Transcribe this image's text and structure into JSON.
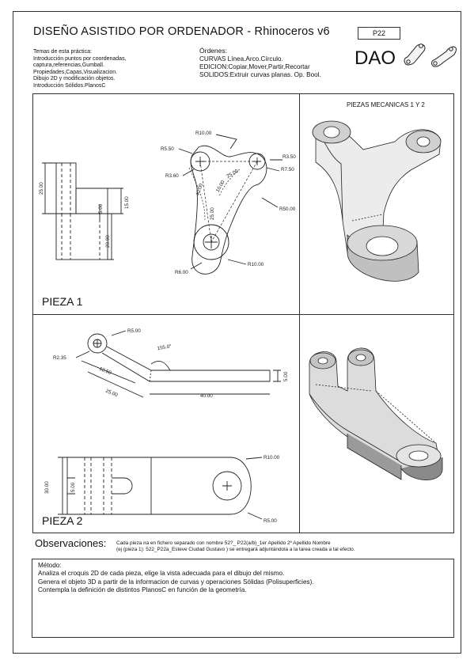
{
  "header": {
    "title": "DISEÑO ASISTIDO POR ORDENADOR - Rhinoceros v6",
    "code": "P22",
    "brand": "DAO",
    "topics": [
      "Temas de esta práctica:",
      "Introducción puntos por coordenadas,",
      " captura,referencias,Gumball.",
      "Propiedades,Capas,Visualizacion.",
      "Dibujo 2D y modificación objetos.",
      "Introducción Sólidos.PlanosC"
    ],
    "orders_heading": "Órdenes:",
    "orders": [
      "CURVAS Línea.Arco.Círculo.",
      "EDICION:Copiar,Mover,Partir,Recortar",
      "SOLIDOS:Extruir curvas planas. Op. Bool."
    ],
    "pieces_label": "PIEZAS MECANICAS 1 Y 2"
  },
  "pieza1": {
    "label": "PIEZA 1",
    "dims": {
      "left_25": "25.00",
      "left_15": "15.00",
      "left_5": "5.00",
      "left_20": "20.00",
      "r10_top": "R10.00",
      "r550": "R5.50",
      "r360": "R3.60",
      "r350": "R3.50",
      "r750": "R7.50",
      "d25_diag": "25.00",
      "r50": "R50.00",
      "d40": "40.00",
      "d10_small": "10.00",
      "d25_vert": "25.00",
      "r10_bottom": "R10.00",
      "r6": "R6.00"
    }
  },
  "pieza2": {
    "label": "PIEZA 2",
    "dims": {
      "r5": "R5.00",
      "r235": "R2.35",
      "angle": "155.0°",
      "d1250": "12.50",
      "d25": "25.00",
      "d40": "40.00",
      "d5_right": "5.00",
      "r10": "R10.00",
      "d30": "30.00",
      "d5_left": "5.00",
      "r5_bottom": "R5.00"
    }
  },
  "observaciones": {
    "heading": "Observaciones:",
    "lines": [
      "Cada pieza ira en fichero separado con nombre 52?_ P22(a/b)_1er Apellido 2º Apellido Nombre",
      "(ej (pieza 1): 522_P22a_Esteve Ciudad Gustavo ) se entregará adjuntándola a la tarea creada a tal efecto."
    ]
  },
  "metodo": {
    "lines": [
      "Método:",
      "Analiza el croquis 2D de cada pieza, elige la vista adecuada para el dibujo del mismo.",
      "Genera el objeto 3D a partir de la informacion de curvas y operaciones Sólidas (Polisuperficies).",
      "Contempla la definición de distintos PlanosC en función de la geometría."
    ]
  },
  "colors": {
    "line": "#222222",
    "solid_light": "#eeeeee",
    "solid_mid": "#c8c8c8",
    "solid_dark": "#8a8a8a"
  },
  "icons": [
    "bracket-icon-1",
    "bracket-icon-2"
  ]
}
